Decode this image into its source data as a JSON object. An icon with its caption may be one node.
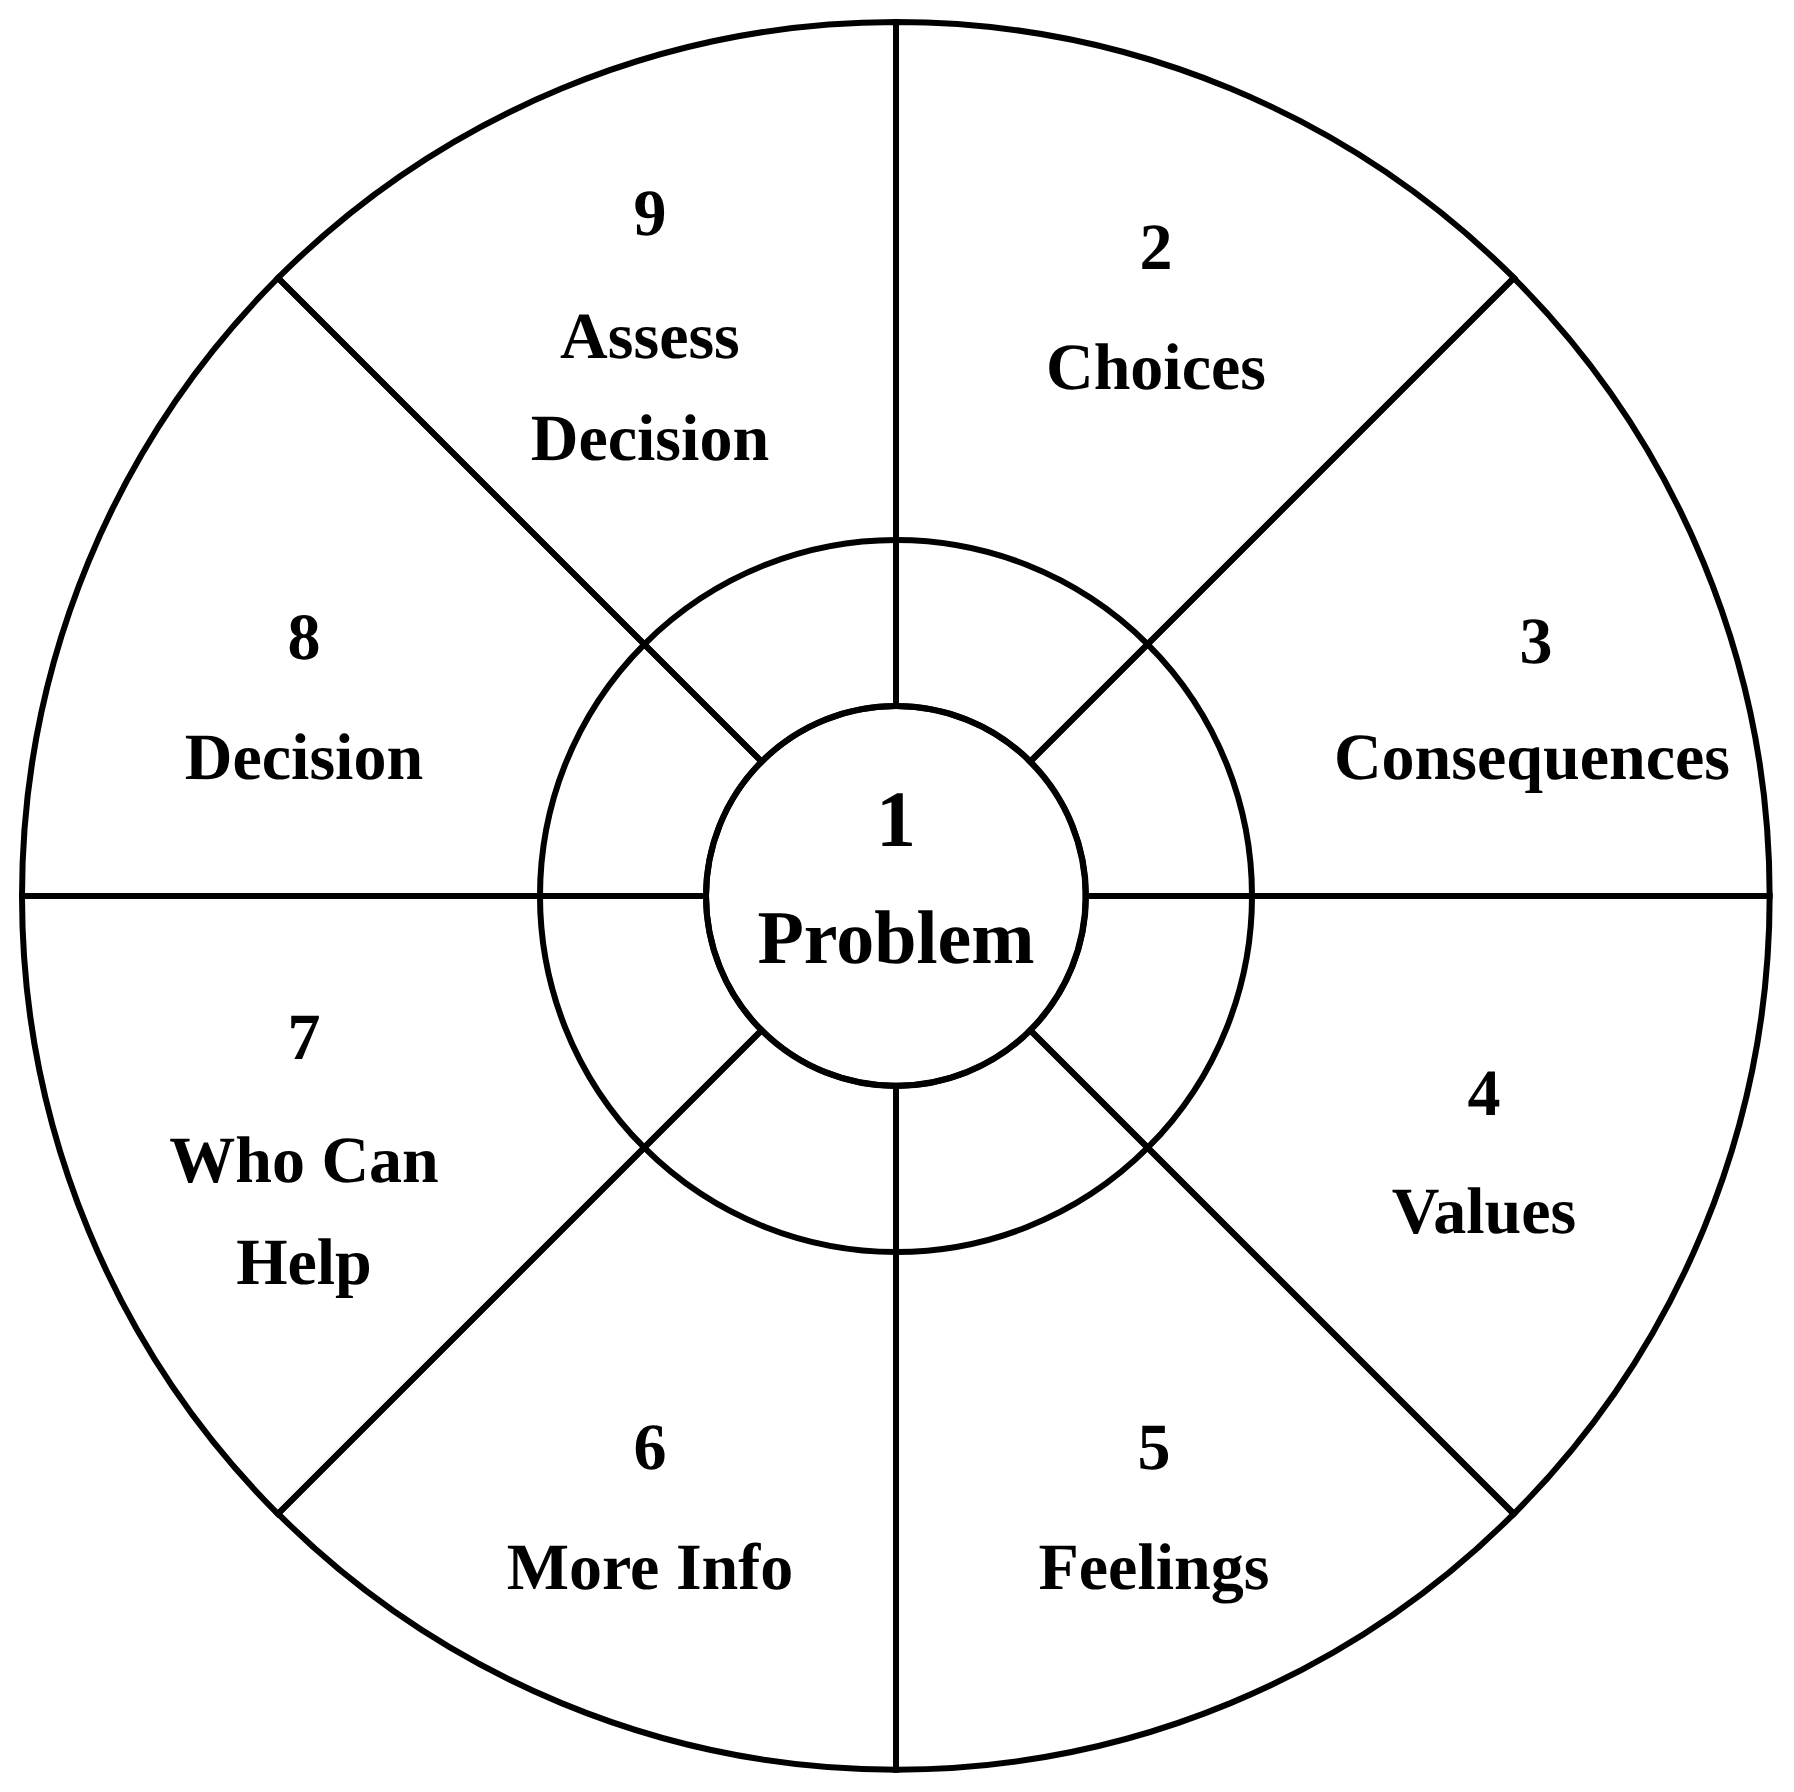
{
  "diagram": {
    "nodes": [
      {
        "text": [
          "1",
          "Problem"
        ]
      },
      {
        "text": [
          "2",
          "Choices"
        ]
      },
      {
        "text": [
          "3",
          "Consequences"
        ]
      },
      {
        "text": [
          "4",
          "Values"
        ]
      },
      {
        "text": [
          "5",
          "Feelings"
        ]
      },
      {
        "text": [
          "6",
          "More Info"
        ]
      },
      {
        "text": [
          "7",
          "Who Can Help"
        ]
      },
      {
        "text": [
          "8",
          "Decision"
        ]
      },
      {
        "text": [
          "9",
          "Assess Decision"
        ]
      }
    ]
  }
}
